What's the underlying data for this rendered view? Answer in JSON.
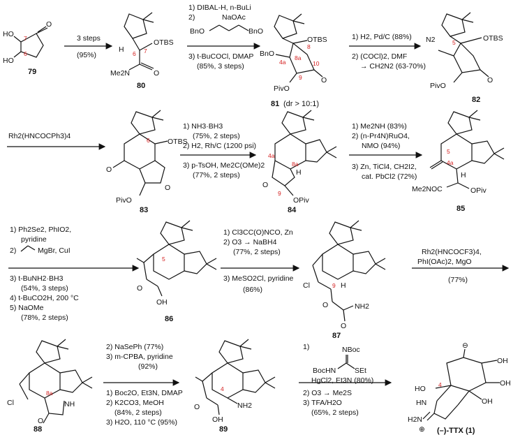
{
  "compounds": [
    {
      "id": "79",
      "label": "79"
    },
    {
      "id": "80",
      "label": "80"
    },
    {
      "id": "81",
      "label": "81",
      "note": "(dr > 10:1)"
    },
    {
      "id": "82",
      "label": "82"
    },
    {
      "id": "83",
      "label": "83"
    },
    {
      "id": "84",
      "label": "84"
    },
    {
      "id": "85",
      "label": "85"
    },
    {
      "id": "86",
      "label": "86"
    },
    {
      "id": "87",
      "label": "87"
    },
    {
      "id": "88",
      "label": "88"
    },
    {
      "id": "89",
      "label": "89"
    },
    {
      "id": "ttx",
      "label": "(–)-TTX (1)"
    }
  ],
  "atom_labels": {
    "ho": "HO",
    "otbs": "OTBS",
    "me2n": "Me2N",
    "bno": "BnO",
    "pivo": "PivO",
    "opiv": "OPiv",
    "n2": "N2",
    "h": "H",
    "me2noc": "Me2NOC",
    "oh": "OH",
    "cl": "Cl",
    "nh2": "NH2",
    "nh": "NH",
    "o": "O",
    "hn": "HN",
    "h2n": "H2N",
    "oplus": "⊕",
    "ominus": "⊖"
  },
  "red_numbers": {
    "n7": "7",
    "n6": "6",
    "n4a": "4a",
    "n5": "5",
    "n8a": "8a",
    "n8": "8",
    "n9": "9",
    "n10": "10",
    "n4": "4"
  },
  "conditions": {
    "s1": "3 steps",
    "s1_yield": "(95%)",
    "s2_1": "1) DIBAL-H, n-BuLi",
    "s2_2": "2)",
    "s2_2b": "NaOAc",
    "s2_3": "3) t-BuCOCl, DMAP",
    "s2_4": "(85%, 3 steps)",
    "s3_1": "1) H2, Pd/C (88%)",
    "s3_2": "2) (COCl)2, DMF",
    "s3_3": "→ CH2N2 (63-70%)",
    "s4": "Rh2(HNCOCPh3)4",
    "s5_1": "1) NH3·BH3",
    "s5_2": "(75%, 2 steps)",
    "s5_3": "2) H2, Rh/C (1200 psi)",
    "s5_4": "3) p-TsOH, Me2C(OMe)2",
    "s5_5": "(77%, 2 steps)",
    "s6_1": "1) Me2NH (83%)",
    "s6_2": "2) (n-Pr4N)RuO4,",
    "s6_3": "NMO (94%)",
    "s6_4": "3) Zn, TiCl4, CH2I2,",
    "s6_5": "cat. PbCl2 (72%)",
    "s7_1": "1) Ph2Se2, PhIO2,",
    "s7_2": "pyridine",
    "s7_3": "2)",
    "s7_3b": "MgBr, CuI",
    "s7_4": "3) t-BuNH2·BH3",
    "s7_5": "(54%, 3 steps)",
    "s7_6": "4) t-BuCO2H, 200 °C",
    "s7_7": "5) NaOMe",
    "s7_8": "(78%, 2 steps)",
    "s8_1": "1) Cl3CC(O)NCO, Zn",
    "s8_2": "2) O3 → NaBH4",
    "s8_3": "(77%, 2 steps)",
    "s8_4": "3) MeSO2Cl, pyridine",
    "s8_5": "(86%)",
    "s9_1": "Rh2(HNCOCF3)4,",
    "s9_2": "PhI(OAc)2, MgO",
    "s9_3": "(77%)",
    "s10_1": "2) NaSePh (77%)",
    "s10_2": "3) m-CPBA, pyridine",
    "s10_3": "(92%)",
    "s10_4": "1) Boc2O, Et3N, DMAP",
    "s10_5": "2) K2CO3, MeOH",
    "s10_6": "(84%, 2 steps)",
    "s10_7": "3) H2O, 110 °C (95%)",
    "s11_1": "1)",
    "s11_nboc": "NBoc",
    "s11_bochn": "BocHN",
    "s11_set": "SEt",
    "s11_2": "HgCl2, Et3N (80%)",
    "s11_3": "2) O3 → Me2S",
    "s11_4": "3) TFA/H2O",
    "s11_5": "(65%, 2 steps)"
  }
}
